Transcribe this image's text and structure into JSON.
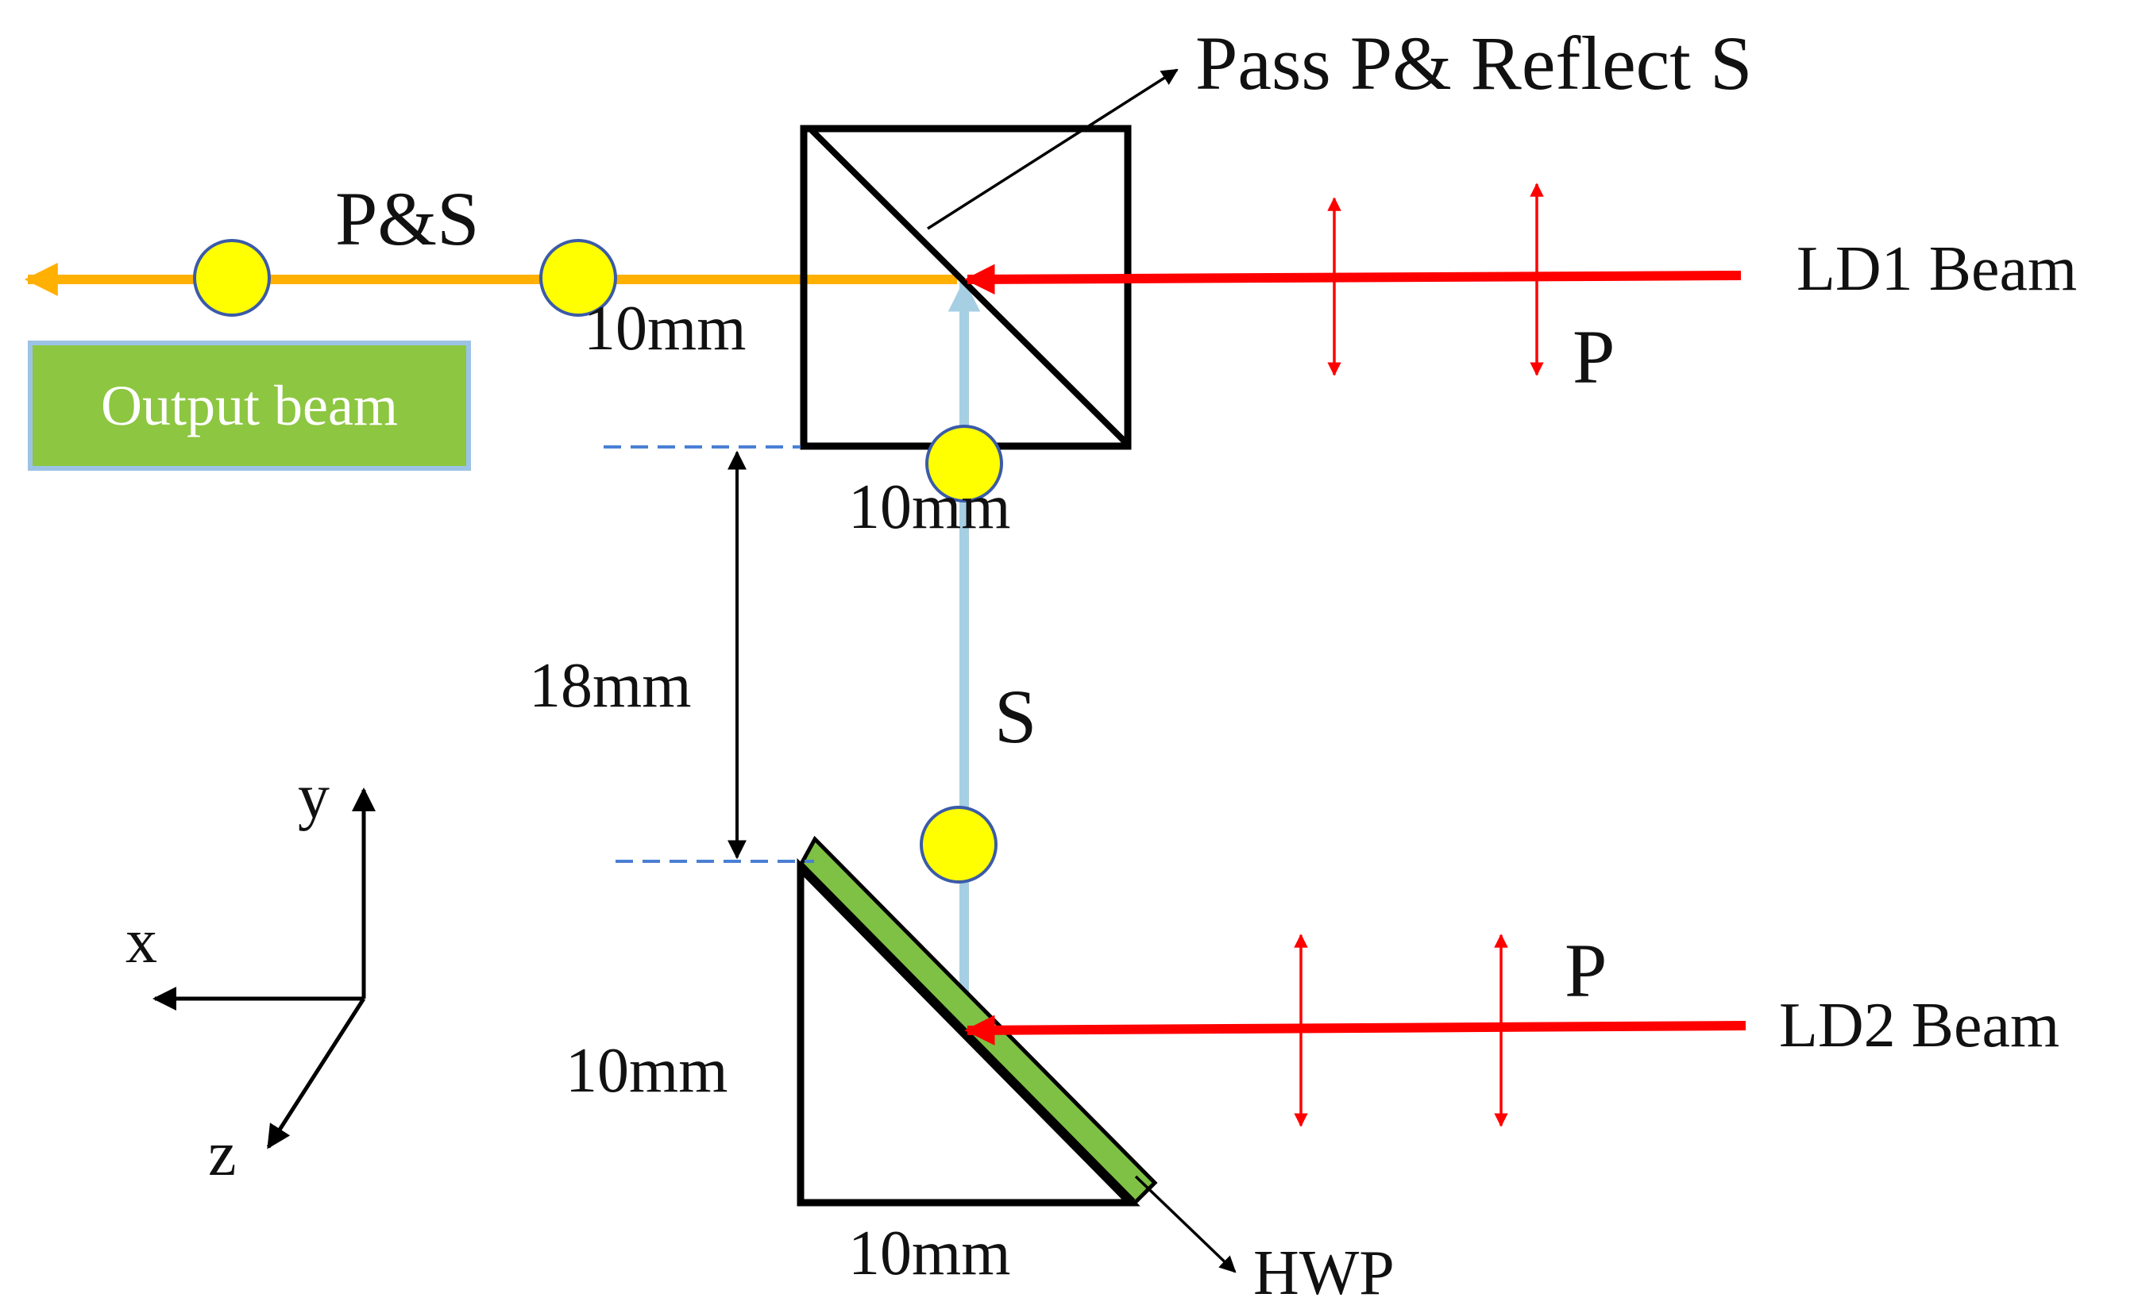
{
  "labels": {
    "pbs_note": "Pass P& Reflect S",
    "combined_pol": "P&S",
    "ld1": "LD1 Beam",
    "ld2": "LD2 Beam",
    "p_top": "P",
    "p_bottom": "P",
    "s_pol": "S",
    "output": "Output beam",
    "dim_cube_left": "10mm",
    "dim_cube_bottom": "10mm",
    "dim_gap": "18mm",
    "dim_prism_left": "10mm",
    "dim_prism_bottom": "10mm",
    "hwp": "HWP",
    "axis_x": "x",
    "axis_y": "y",
    "axis_z": "z"
  },
  "colors": {
    "ld_beam": "#ff0000",
    "output_beam": "#ffb000",
    "s_beam": "#a6cfe4",
    "hwp_fill": "#7ec144",
    "output_box": "#8dc641",
    "output_box_border": "#9cc3e6",
    "dot_fill": "#ffff00",
    "dot_stroke": "#3b5ba8",
    "guide_dash": "#4a7fd4",
    "outline": "#000000"
  }
}
